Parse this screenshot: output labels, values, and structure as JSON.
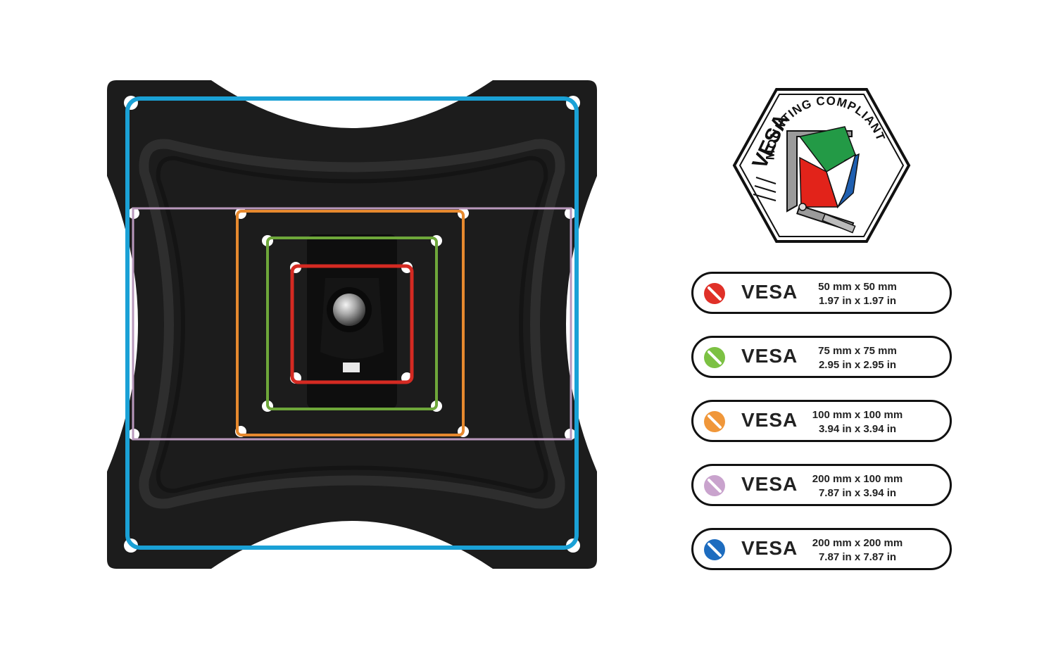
{
  "logo": {
    "text_top": "VESA",
    "text_arc": "MOUNTING COMPLIANT"
  },
  "legend": [
    {
      "label": "VESA",
      "metric": "50 mm x 50 mm",
      "imperial": "1.97 in x 1.97 in",
      "color": "#e03028"
    },
    {
      "label": "VESA",
      "metric": "75 mm x 75 mm",
      "imperial": "2.95 in x 2.95 in",
      "color": "#7cc143"
    },
    {
      "label": "VESA",
      "metric": "100 mm x 100 mm",
      "imperial": "3.94 in x 3.94 in",
      "color": "#f0973a"
    },
    {
      "label": "VESA",
      "metric": "200 mm x 100 mm",
      "imperial": "7.87 in x 3.94 in",
      "color": "#c9a3cd"
    },
    {
      "label": "VESA",
      "metric": "200 mm x 200 mm",
      "imperial": "7.87 in x 7.87 in",
      "color": "#1d6cbf"
    }
  ],
  "frames": {
    "vesa_200x200": "#1aa1d6",
    "vesa_200x100": "#b998bc",
    "vesa_100x100": "#e6892e",
    "vesa_75x75": "#6ea73a",
    "vesa_50x50": "#d42a22"
  },
  "plate_color": "#1c1c1c"
}
